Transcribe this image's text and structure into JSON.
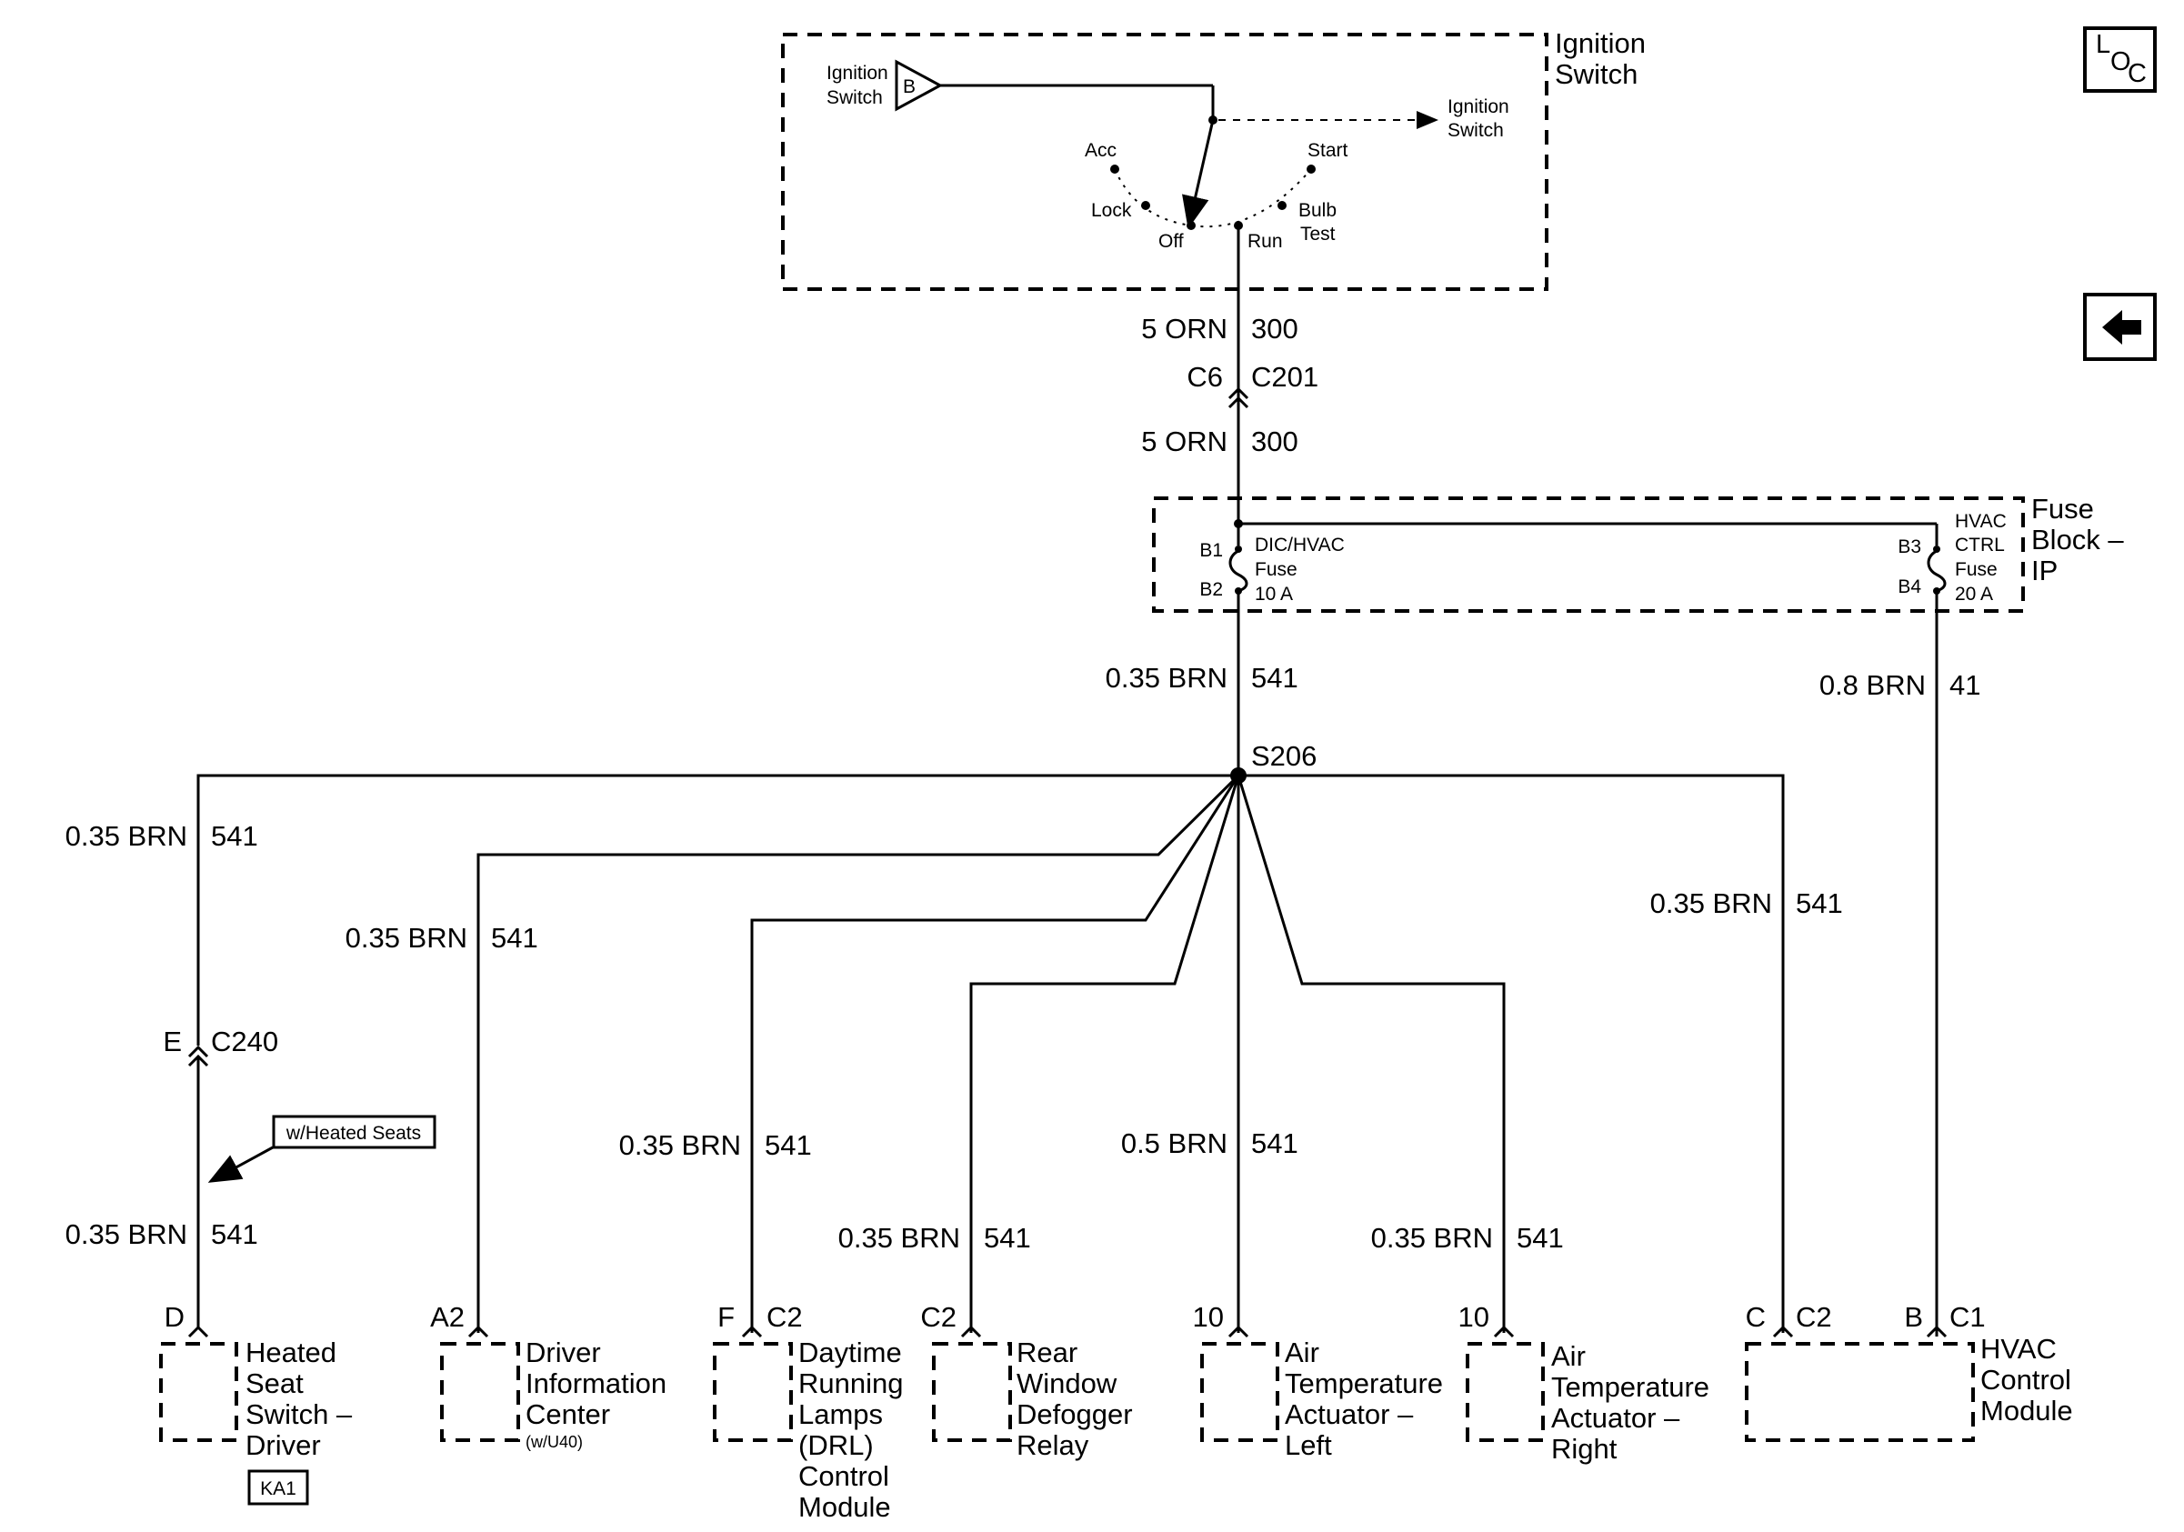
{
  "icons": {
    "loc": {
      "l": "L",
      "o": "O",
      "c": "C"
    },
    "back": "left-arrow-icon"
  },
  "ignition": {
    "title_1": "Ignition",
    "title_2": "Switch",
    "input_1": "Ignition",
    "input_2": "Switch",
    "input_pin": "B",
    "output_1": "Ignition",
    "output_2": "Switch",
    "positions": {
      "acc": "Acc",
      "lock": "Lock",
      "off": "Off",
      "run": "Run",
      "start": "Start",
      "bulb": "Bulb",
      "test": "Test"
    }
  },
  "wire_300_top": {
    "gauge": "5 ORN",
    "circuit": "300"
  },
  "connector_c201": {
    "pin": "C6",
    "name": "C201"
  },
  "wire_300_bottom": {
    "gauge": "5 ORN",
    "circuit": "300"
  },
  "fuse_block": {
    "title_1": "Fuse",
    "title_2": "Block –",
    "title_3": "IP",
    "fuse1": {
      "pin_top": "B1",
      "pin_bottom": "B2",
      "name_1": "DIC/HVAC",
      "name_2": "Fuse",
      "rating": "10 A"
    },
    "fuse2": {
      "pin_top": "B3",
      "pin_bottom": "B4",
      "name_1": "HVAC",
      "name_2": "CTRL",
      "name_3": "Fuse",
      "rating": "20 A"
    }
  },
  "wire_541_main": {
    "gauge": "0.35 BRN",
    "circuit": "541"
  },
  "wire_41": {
    "gauge": "0.8 BRN",
    "circuit": "41"
  },
  "splice": "S206",
  "branches": {
    "heated_seat": {
      "gauge": "0.35 BRN",
      "circuit": "541"
    },
    "dic": {
      "gauge": "0.35 BRN",
      "circuit": "541"
    },
    "drl": {
      "gauge": "0.35 BRN",
      "circuit": "541"
    },
    "defogger": {
      "gauge": "0.35 BRN",
      "circuit": "541"
    },
    "air_left": {
      "gauge": "0.5 BRN",
      "circuit": "541"
    },
    "air_right": {
      "gauge": "0.35 BRN",
      "circuit": "541"
    },
    "hvac": {
      "gauge": "0.35 BRN",
      "circuit": "541"
    }
  },
  "connector_c240": {
    "pin": "E",
    "name": "C240"
  },
  "option_note": "w/Heated Seats",
  "heated_seat_lower": {
    "gauge": "0.35 BRN",
    "circuit": "541"
  },
  "components": {
    "heated_seat": {
      "pin": "D",
      "lines": [
        "Heated",
        "Seat",
        "Switch –",
        "Driver"
      ],
      "badge": "KA1"
    },
    "dic": {
      "pin": "A2",
      "lines": [
        "Driver",
        "Information",
        "Center"
      ],
      "note": "(w/U40)"
    },
    "drl": {
      "pin": "F",
      "connector": "C2",
      "lines": [
        "Daytime",
        "Running",
        "Lamps",
        "(DRL)",
        "Control",
        "Module"
      ]
    },
    "defogger": {
      "pin": "C2",
      "lines": [
        "Rear",
        "Window",
        "Defogger",
        "Relay"
      ]
    },
    "air_left": {
      "pin": "10",
      "lines": [
        "Air",
        "Temperature",
        "Actuator –",
        "Left"
      ]
    },
    "air_right": {
      "pin": "10",
      "lines": [
        "Air",
        "Temperature",
        "Actuator –",
        "Right"
      ]
    },
    "hvac": {
      "pin1": "C",
      "conn1": "C2",
      "pin2": "B",
      "conn2": "C1",
      "lines": [
        "HVAC",
        "Control",
        "Module"
      ]
    }
  }
}
